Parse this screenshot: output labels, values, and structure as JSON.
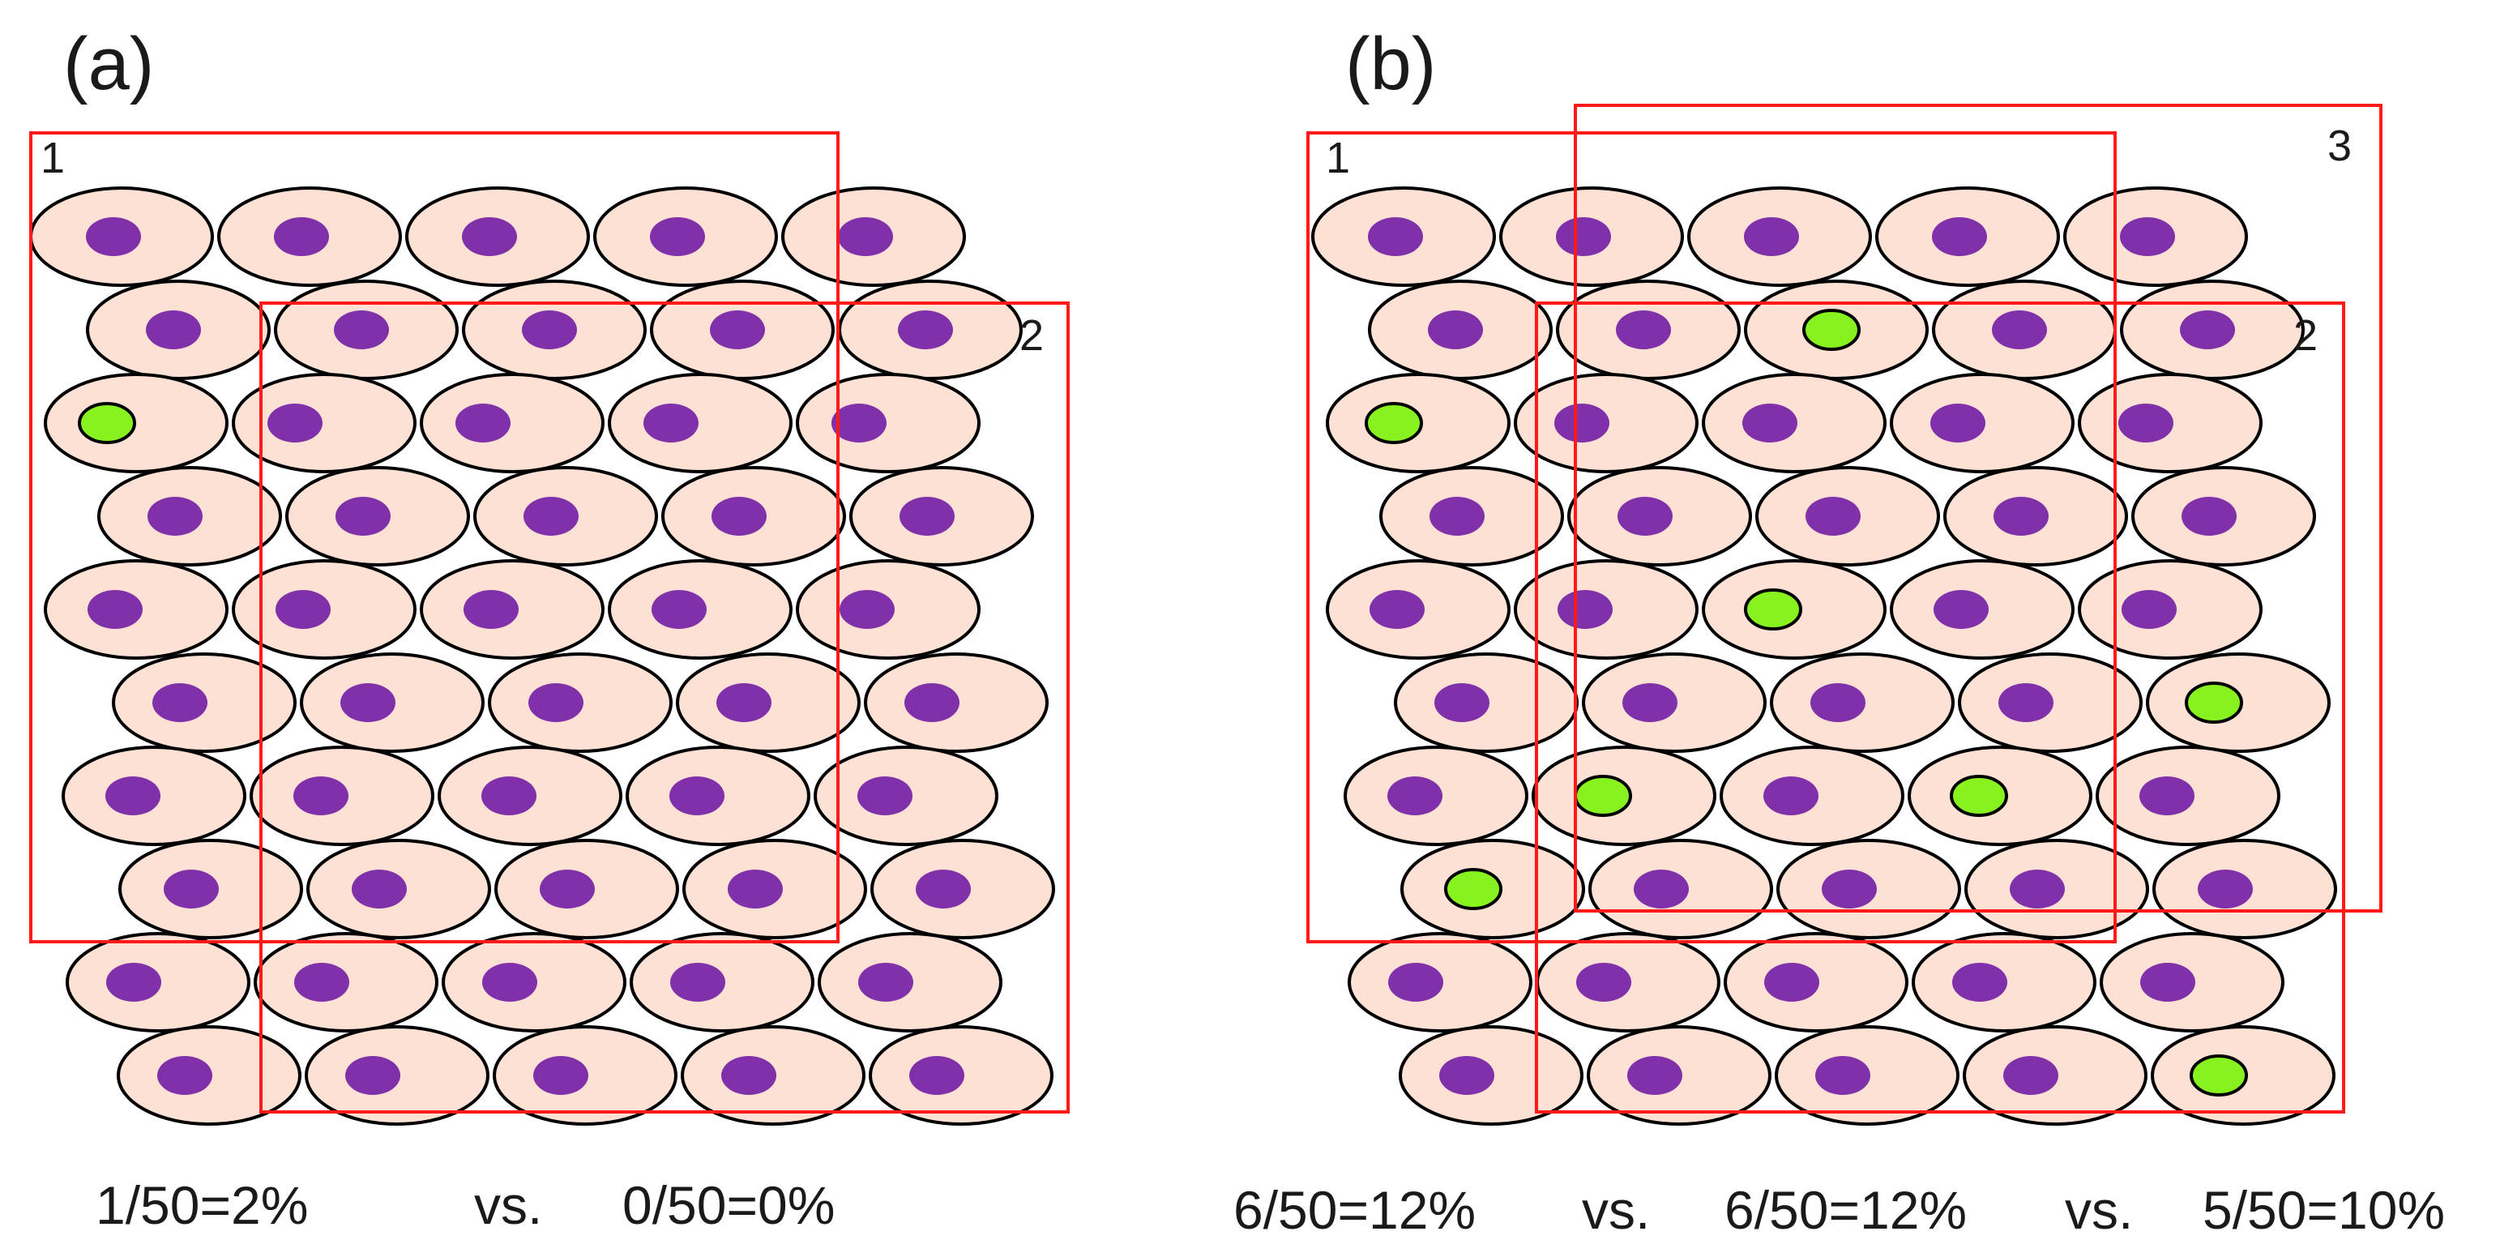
{
  "colors": {
    "cell_fill": "#fde1d4",
    "cell_stroke": "#000000",
    "nucleus_normal": "#8030a8",
    "nucleus_positive": "#88f21f",
    "box_stroke": "#ff1a1a"
  },
  "panels": [
    {
      "id": "a",
      "label": "(a)",
      "boxes": [
        {
          "label": "1"
        },
        {
          "label": "2"
        }
      ],
      "captions": [
        "1/50=2%",
        "vs.",
        "0/50=0%"
      ],
      "positive_cells": [
        [
          2,
          0
        ]
      ]
    },
    {
      "id": "b",
      "label": "(b)",
      "boxes": [
        {
          "label": "1"
        },
        {
          "label": "2"
        },
        {
          "label": "3"
        }
      ],
      "captions": [
        "6/50=12%",
        "vs.",
        "6/50=12%",
        "vs.",
        "5/50=10%"
      ],
      "positive_cells": [
        [
          1,
          2
        ],
        [
          2,
          0
        ],
        [
          4,
          2
        ],
        [
          5,
          4
        ],
        [
          6,
          1
        ],
        [
          6,
          3
        ],
        [
          7,
          0
        ],
        [
          9,
          4
        ]
      ]
    }
  ]
}
